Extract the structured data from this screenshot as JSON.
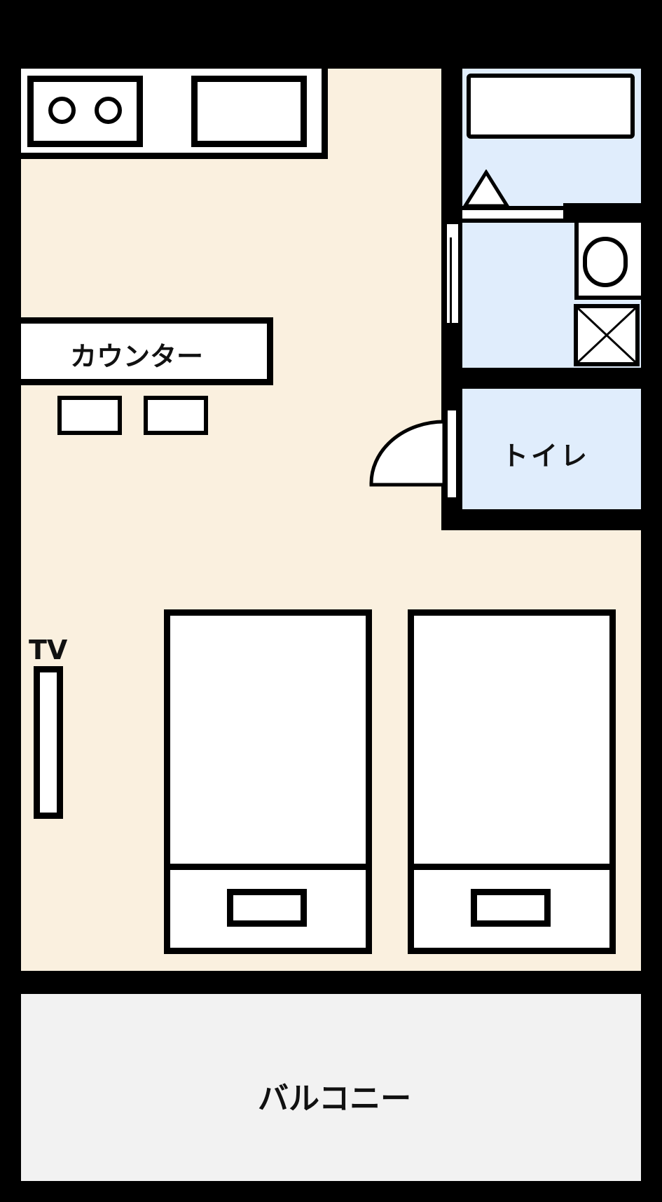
{
  "floorplan": {
    "colors": {
      "wall": "#000000",
      "main_room": "#faf0df",
      "wet_area": "#e0edfc",
      "balcony": "#f2f2f2",
      "fixture": "#ffffff"
    },
    "rooms": {
      "kitchen": {
        "stove_burners": 2
      },
      "counter": {
        "label": "カウンター",
        "stools": 2
      },
      "bathroom": {
        "fixtures": [
          "bathtub",
          "shower-valve",
          "toilet",
          "washbasin"
        ]
      },
      "toilet": {
        "label": "トイレ"
      },
      "tv": {
        "label": "TV"
      },
      "beds": {
        "count": 2
      },
      "balcony": {
        "label": "バルコニー"
      }
    }
  }
}
